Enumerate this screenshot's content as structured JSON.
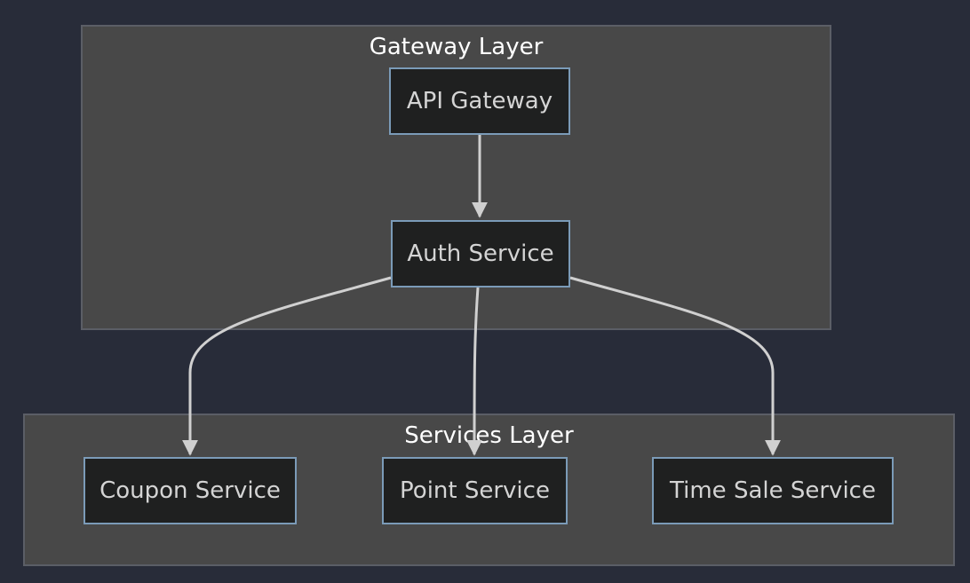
{
  "diagram": {
    "clusters": {
      "gateway": {
        "title": "Gateway Layer"
      },
      "services": {
        "title": "Services Layer"
      }
    },
    "nodes": {
      "api_gateway": "API Gateway",
      "auth_service": "Auth Service",
      "coupon_service": "Coupon Service",
      "point_service": "Point Service",
      "time_sale_service": "Time Sale Service"
    },
    "colors": {
      "background": "#282c39",
      "cluster_fill": "#484848",
      "node_fill": "#1f2020",
      "node_border": "#7b9bb8",
      "edge": "#d0d0d0"
    }
  }
}
